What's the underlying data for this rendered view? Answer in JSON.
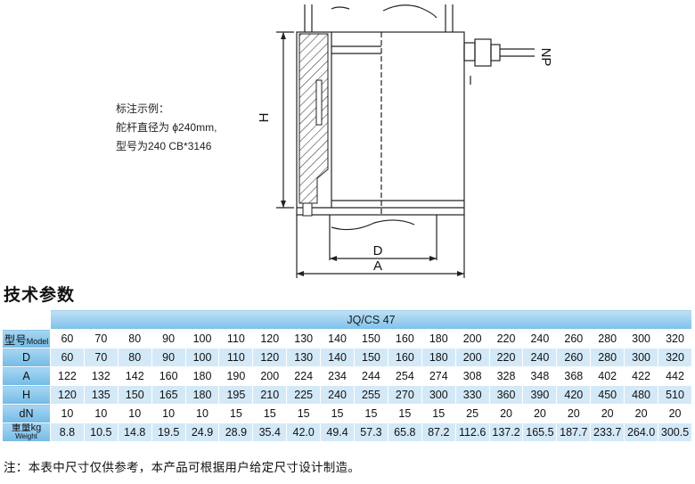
{
  "example": {
    "title": "标注示例：",
    "line1": "舵杆直径为 ϕ240mm,",
    "line2": "型号为240 CB*3146"
  },
  "drawing_labels": {
    "H": "H",
    "D": "D",
    "A": "A",
    "NP": "NP"
  },
  "section_title": "技术参数",
  "table": {
    "header": "JQ/CS 47",
    "rows": [
      {
        "label": "型号",
        "sub": "Model",
        "values": [
          "60",
          "70",
          "80",
          "90",
          "100",
          "110",
          "120",
          "130",
          "140",
          "150",
          "160",
          "180",
          "200",
          "220",
          "240",
          "260",
          "280",
          "300",
          "320"
        ]
      },
      {
        "label": "D",
        "sub": "",
        "values": [
          "60",
          "70",
          "80",
          "90",
          "100",
          "110",
          "120",
          "130",
          "140",
          "150",
          "160",
          "180",
          "200",
          "220",
          "240",
          "260",
          "280",
          "300",
          "320"
        ]
      },
      {
        "label": "A",
        "sub": "",
        "values": [
          "122",
          "132",
          "142",
          "160",
          "180",
          "190",
          "200",
          "224",
          "234",
          "244",
          "254",
          "274",
          "308",
          "328",
          "348",
          "368",
          "402",
          "422",
          "442"
        ]
      },
      {
        "label": "H",
        "sub": "",
        "values": [
          "120",
          "135",
          "150",
          "165",
          "180",
          "195",
          "210",
          "225",
          "240",
          "255",
          "270",
          "300",
          "330",
          "360",
          "390",
          "420",
          "450",
          "480",
          "510"
        ]
      },
      {
        "label": "dN",
        "sub": "",
        "values": [
          "10",
          "10",
          "10",
          "10",
          "10",
          "15",
          "15",
          "15",
          "15",
          "15",
          "15",
          "15",
          "25",
          "20",
          "20",
          "20",
          "20",
          "20",
          "20"
        ]
      },
      {
        "label": "重量kg",
        "sub": "Weight",
        "values": [
          "8.8",
          "10.5",
          "14.8",
          "19.5",
          "24.9",
          "28.9",
          "35.4",
          "42.0",
          "49.4",
          "57.3",
          "65.8",
          "87.2",
          "112.6",
          "137.2",
          "165.5",
          "187.7",
          "233.7",
          "264.0",
          "300.5"
        ]
      }
    ]
  },
  "note": "注：本表中尺寸仅供参考，本产品可根据用户给定尺寸设计制造。"
}
